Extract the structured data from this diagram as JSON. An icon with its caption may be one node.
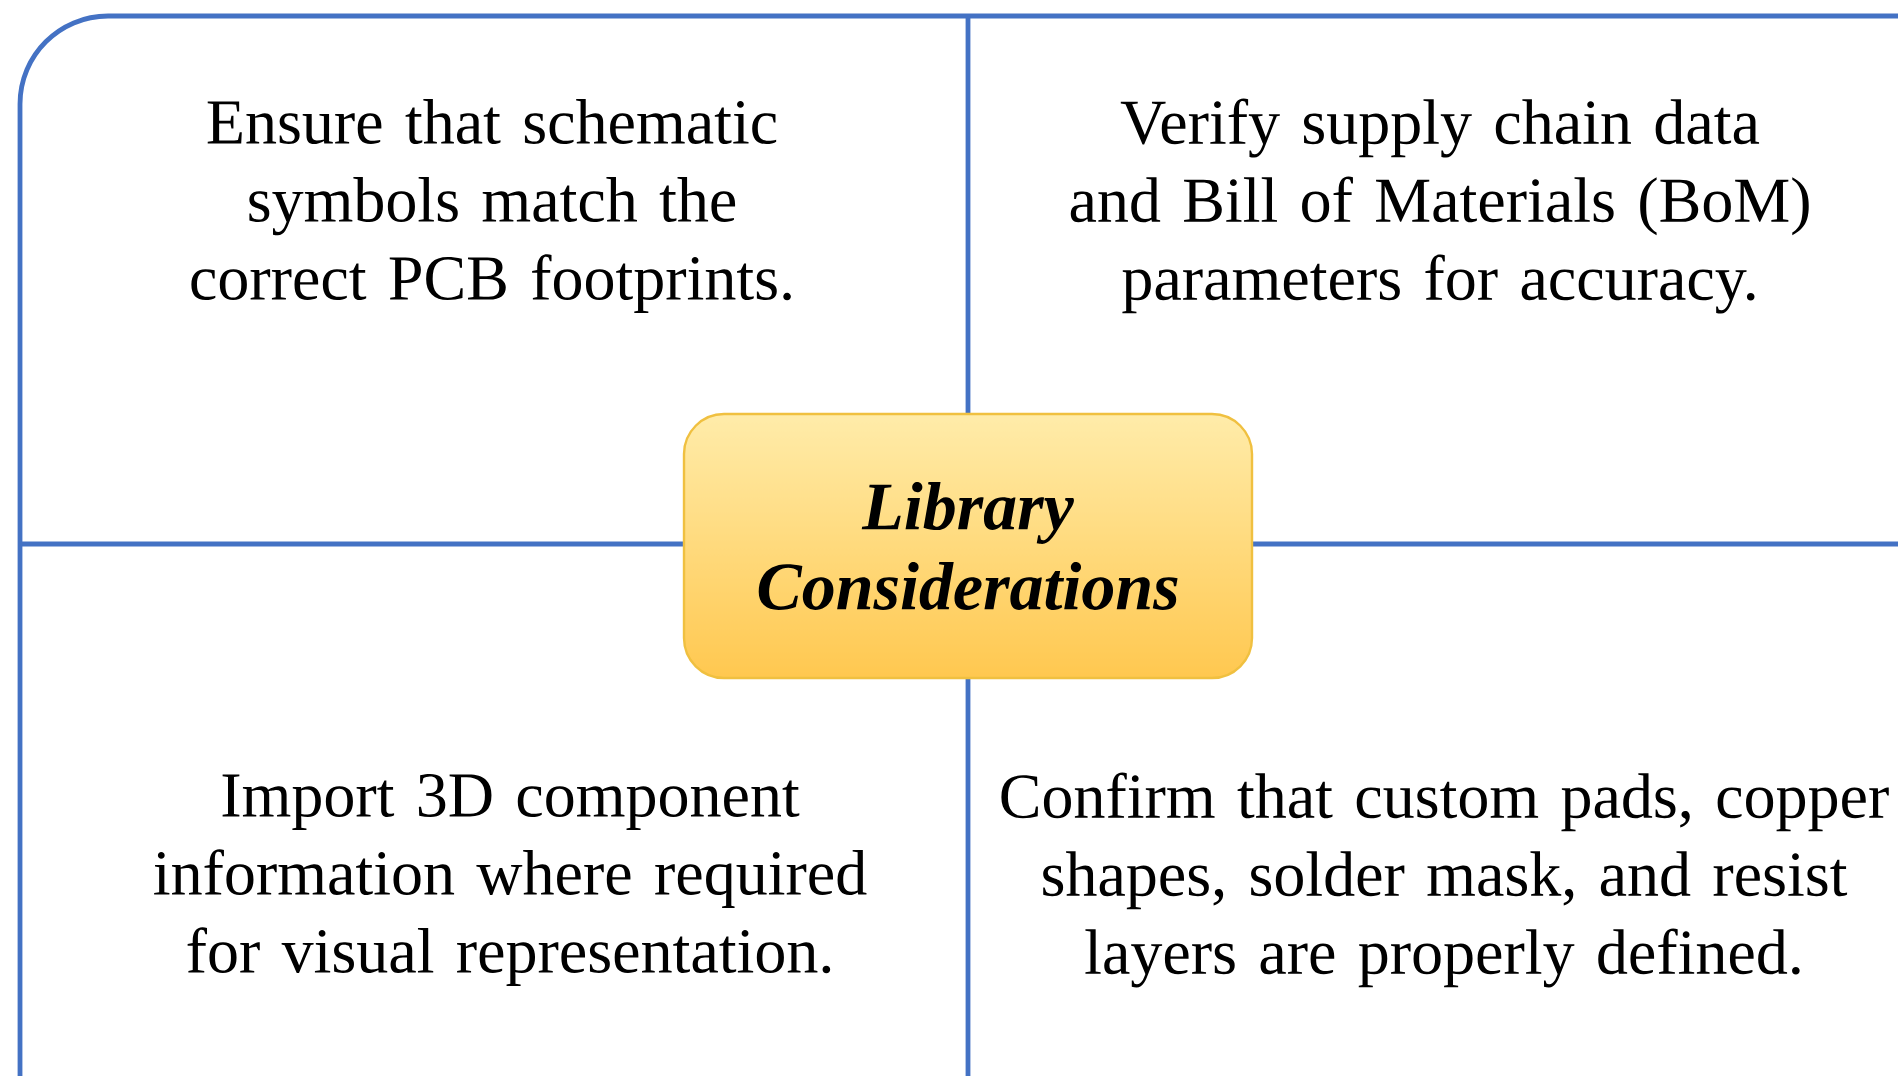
{
  "diagram": {
    "nodes": [
      {
        "text": [
          "Ensure that schematic symbols match the correct PCB footprints."
        ]
      },
      {
        "text": [
          "Verify supply chain data and Bill of Materials (BoM) parameters for accuracy."
        ]
      },
      {
        "text": [
          "Library Considerations"
        ]
      },
      {
        "text": [
          "Import 3D component information where required for visual representation."
        ]
      },
      {
        "text": [
          "Confirm that custom pads, copper shapes, solder mask, and resist layers are properly defined."
        ]
      }
    ]
  }
}
